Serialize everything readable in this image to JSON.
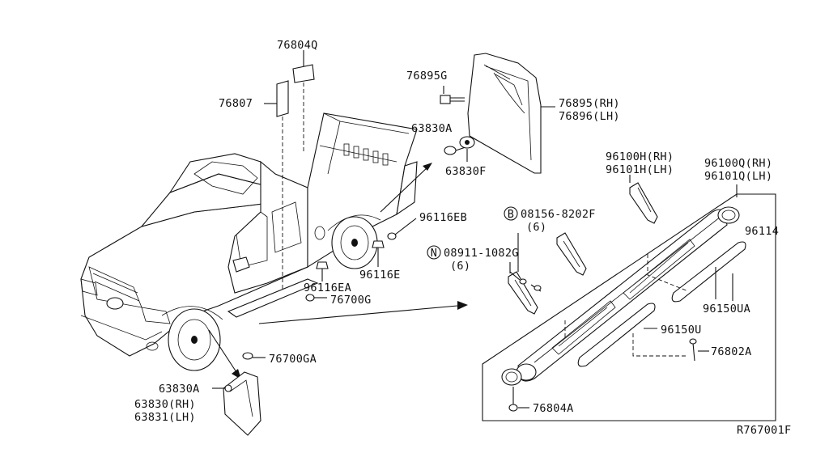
{
  "labels": {
    "p76804q": "76804Q",
    "p76807": "76807",
    "p76895g": "76895G",
    "p76895rh": "76895(RH)",
    "p76896lh": "76896(LH)",
    "p63830a_top": "63830A",
    "p63830f": "63830F",
    "p96116eb": "96116EB",
    "p96116e": "96116E",
    "p96116ea": "96116EA",
    "p76700g": "76700G",
    "p76700ga": "76700GA",
    "p63830a_bottom": "63830A",
    "p63830rh": "63830(RH)",
    "p63831lh": "63831(LH)",
    "p96100h": "96100H(RH)",
    "p96101h": "96101H(LH)",
    "p96100q": "96100Q(RH)",
    "p96101q": "96101Q(LH)",
    "p08156": "08156-8202F",
    "p08156_qty": "(6)",
    "p08911": "08911-1082G",
    "p08911_qty": "(6)",
    "p96114": "96114",
    "p96150ua": "96150UA",
    "p96150u": "96150U",
    "p76802a": "76802A",
    "p76804a": "76804A",
    "ref": "R767001F"
  },
  "symbols": {
    "bolt_letter": "B",
    "nut_letter": "N"
  }
}
